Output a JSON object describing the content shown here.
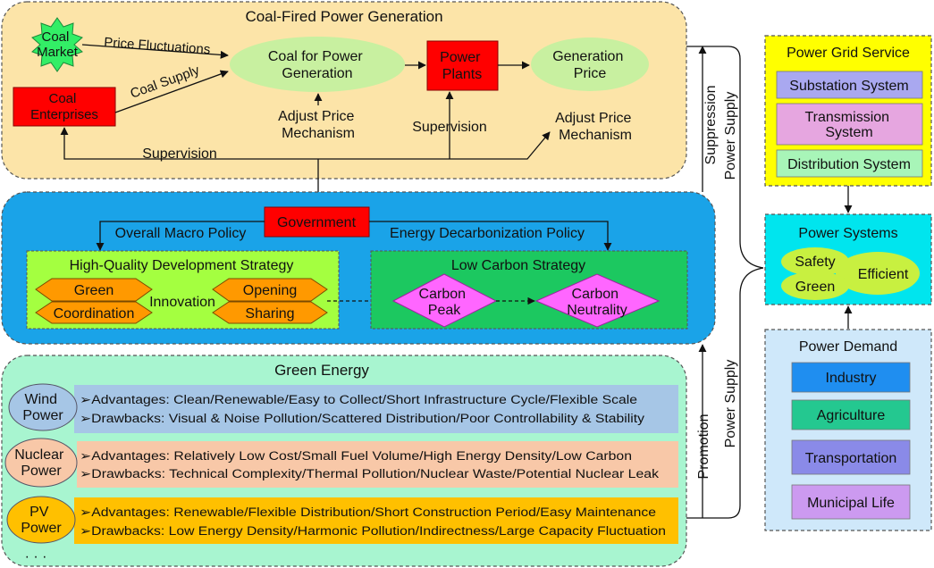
{
  "coal": {
    "title": "Coal-Fired Power Generation",
    "market": [
      "Coal",
      "Market"
    ],
    "enterprises": [
      "Coal",
      "Enterprises"
    ],
    "power_gen": [
      "Coal for Power",
      "Generation"
    ],
    "plants": [
      "Power",
      "Plants"
    ],
    "gen_price": [
      "Generation",
      "Price"
    ],
    "price_fluct": "Price Fluctuations",
    "coal_supply": "Coal Supply",
    "adjust1": [
      "Adjust Price",
      "Mechanism"
    ],
    "supervision_plants": "Supervision",
    "adjust2": [
      "Adjust Price",
      "Mechanism"
    ],
    "supervision_main": "Supervision"
  },
  "gov": {
    "government": "Government",
    "macro_policy": "Overall Macro Policy",
    "decarb_policy": "Energy Decarbonization Policy",
    "hq_title": "High-Quality Development Strategy",
    "hq_items": [
      "Green",
      "Opening",
      "Coordination",
      "Sharing"
    ],
    "innovation": "Innovation",
    "lc_title": "Low Carbon Strategy",
    "carbon_peak": [
      "Carbon",
      "Peak"
    ],
    "carbon_neutral": [
      "Carbon",
      "Neutrality"
    ]
  },
  "green": {
    "title": "Green Energy",
    "wind": {
      "name": [
        "Wind",
        "Power"
      ],
      "adv": "➢Advantages: Clean/Renewable/Easy to Collect/Short Infrastructure Cycle/Flexible Scale",
      "drw": "➢Drawbacks: Visual & Noise Pollution/Scattered Distribution/Poor Controllability & Stability"
    },
    "nuclear": {
      "name": [
        "Nuclear",
        "Power"
      ],
      "adv": "➢Advantages: Relatively Low Cost/Small Fuel Volume/High Energy Density/Low Carbon",
      "drw": "➢Drawbacks: Technical Complexity/Thermal Pollution/Nuclear Waste/Potential Nuclear Leak"
    },
    "pv": {
      "name": [
        "PV",
        "Power"
      ],
      "adv": "➢Advantages: Renewable/Flexible Distribution/Short Construction Period/Easy Maintenance",
      "drw": "➢Drawbacks: Low Energy Density/Harmonic Pollution/Indirectness/Large Capacity Fluctuation"
    },
    "ellipsis": "· · ·"
  },
  "links": {
    "suppression": "Suppression",
    "power_supply_top": "Power Supply",
    "promotion": "Promotion",
    "power_supply_bottom": "Power Supply"
  },
  "grid": {
    "title": "Power Grid Service",
    "items": [
      "Substation System",
      "Transmission\nSystem",
      "Distribution System"
    ]
  },
  "systems": {
    "title": "Power Systems",
    "safety": "Safety",
    "green": "Green",
    "efficient": "Efficient"
  },
  "demand": {
    "title": "Power Demand",
    "items": [
      "Industry",
      "Agriculture",
      "Transportation",
      "Municipal Life"
    ]
  },
  "colors": {
    "coal_bg": "#fce4a8",
    "gov_bg": "#1aa3e8",
    "green_bg": "#a8f5d0",
    "red": "#ff0000",
    "ellipse": "#c8f0a0",
    "hq_bg": "#a4ff40",
    "lc_bg": "#1cc860",
    "hex": "#ff9900",
    "diamond": "#ff66ff",
    "grid_bg": "#ffff00",
    "systems_bg": "#00e5ee",
    "demand_bg": "#cfe8fa"
  }
}
